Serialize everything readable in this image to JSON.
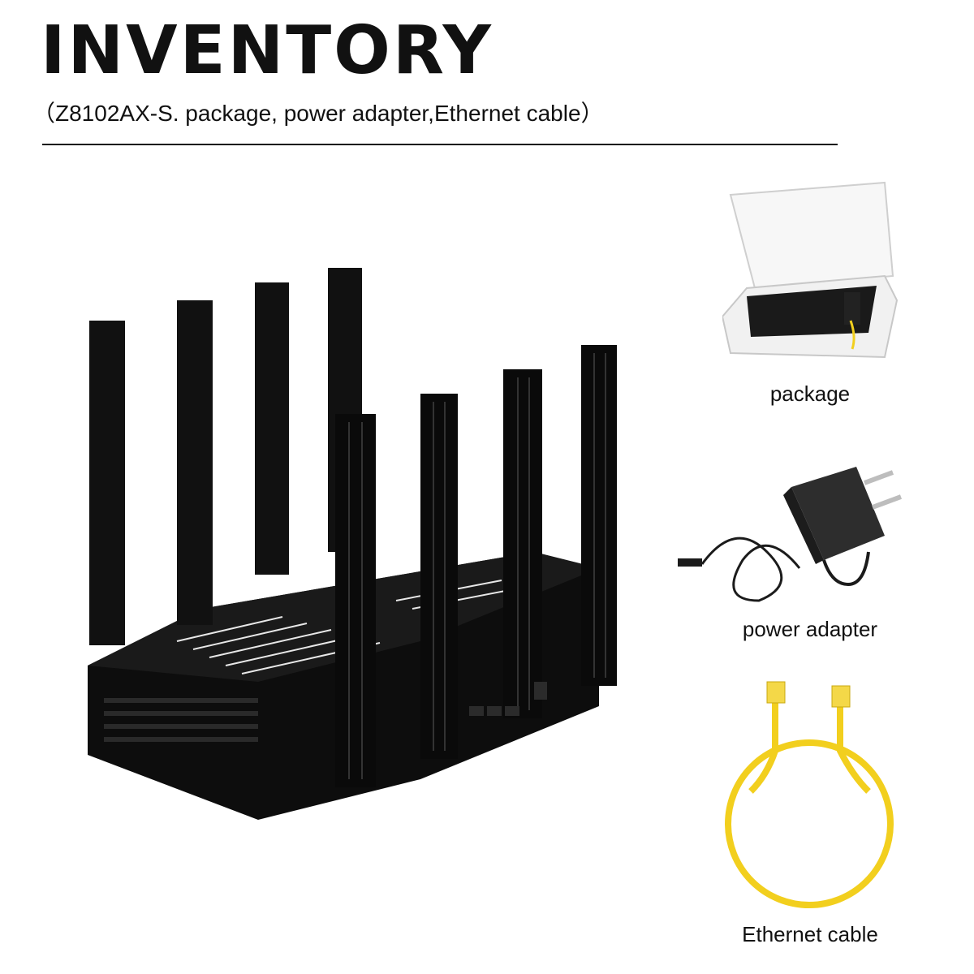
{
  "header": {
    "title": "INVENTORY",
    "subtitle": "（Z8102AX-S. package, power adapter,Ethernet cable）"
  },
  "items": [
    {
      "label": "package",
      "icon": "package-box-icon"
    },
    {
      "label": "power adapter",
      "icon": "power-adapter-icon"
    },
    {
      "label": "Ethernet cable",
      "icon": "ethernet-cable-icon"
    }
  ],
  "colors": {
    "router_body": "#111111",
    "box_white": "#f4f4f4",
    "cable_yellow": "#f2cf1e"
  }
}
